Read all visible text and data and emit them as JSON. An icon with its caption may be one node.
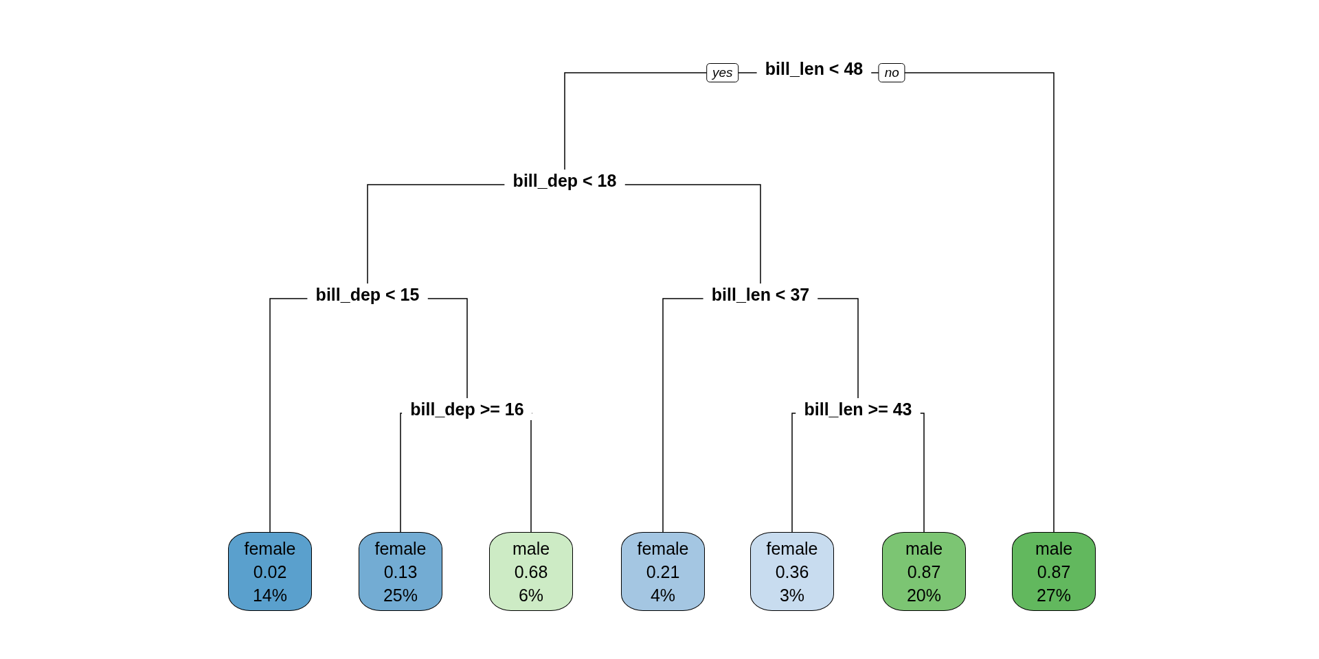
{
  "diagram": {
    "nodes": [
      {
        "text": [
          "bill_len < 48"
        ]
      },
      {
        "text": [
          "bill_dep < 18"
        ]
      },
      {
        "text": [
          "bill_dep < 15"
        ]
      },
      {
        "text": [
          "female",
          "0.02",
          "14%"
        ]
      },
      {
        "text": [
          "bill_dep >= 16"
        ]
      },
      {
        "text": [
          "female",
          "0.13",
          "25%"
        ]
      },
      {
        "text": [
          "male",
          "0.68",
          "6%"
        ]
      },
      {
        "text": [
          "bill_len < 37"
        ]
      },
      {
        "text": [
          "female",
          "0.21",
          "4%"
        ]
      },
      {
        "text": [
          "bill_len >= 43"
        ]
      },
      {
        "text": [
          "female",
          "0.36",
          "3%"
        ]
      },
      {
        "text": [
          "male",
          "0.87",
          "20%"
        ]
      },
      {
        "text": [
          "male",
          "0.87",
          "27%"
        ]
      }
    ],
    "edges": [
      {
        "from": 0,
        "to": 1,
        "arrow": "none",
        "label": "yes"
      },
      {
        "from": 0,
        "to": 12,
        "arrow": "none",
        "label": "no"
      },
      {
        "from": 1,
        "to": 2,
        "arrow": "none"
      },
      {
        "from": 1,
        "to": 7,
        "arrow": "none"
      },
      {
        "from": 2,
        "to": 3,
        "arrow": "none"
      },
      {
        "from": 2,
        "to": 4,
        "arrow": "none"
      },
      {
        "from": 4,
        "to": 5,
        "arrow": "none"
      },
      {
        "from": 4,
        "to": 6,
        "arrow": "none"
      },
      {
        "from": 7,
        "to": 8,
        "arrow": "none"
      },
      {
        "from": 7,
        "to": 9,
        "arrow": "none"
      },
      {
        "from": 9,
        "to": 10,
        "arrow": "none"
      },
      {
        "from": 9,
        "to": 11,
        "arrow": "none"
      }
    ]
  }
}
